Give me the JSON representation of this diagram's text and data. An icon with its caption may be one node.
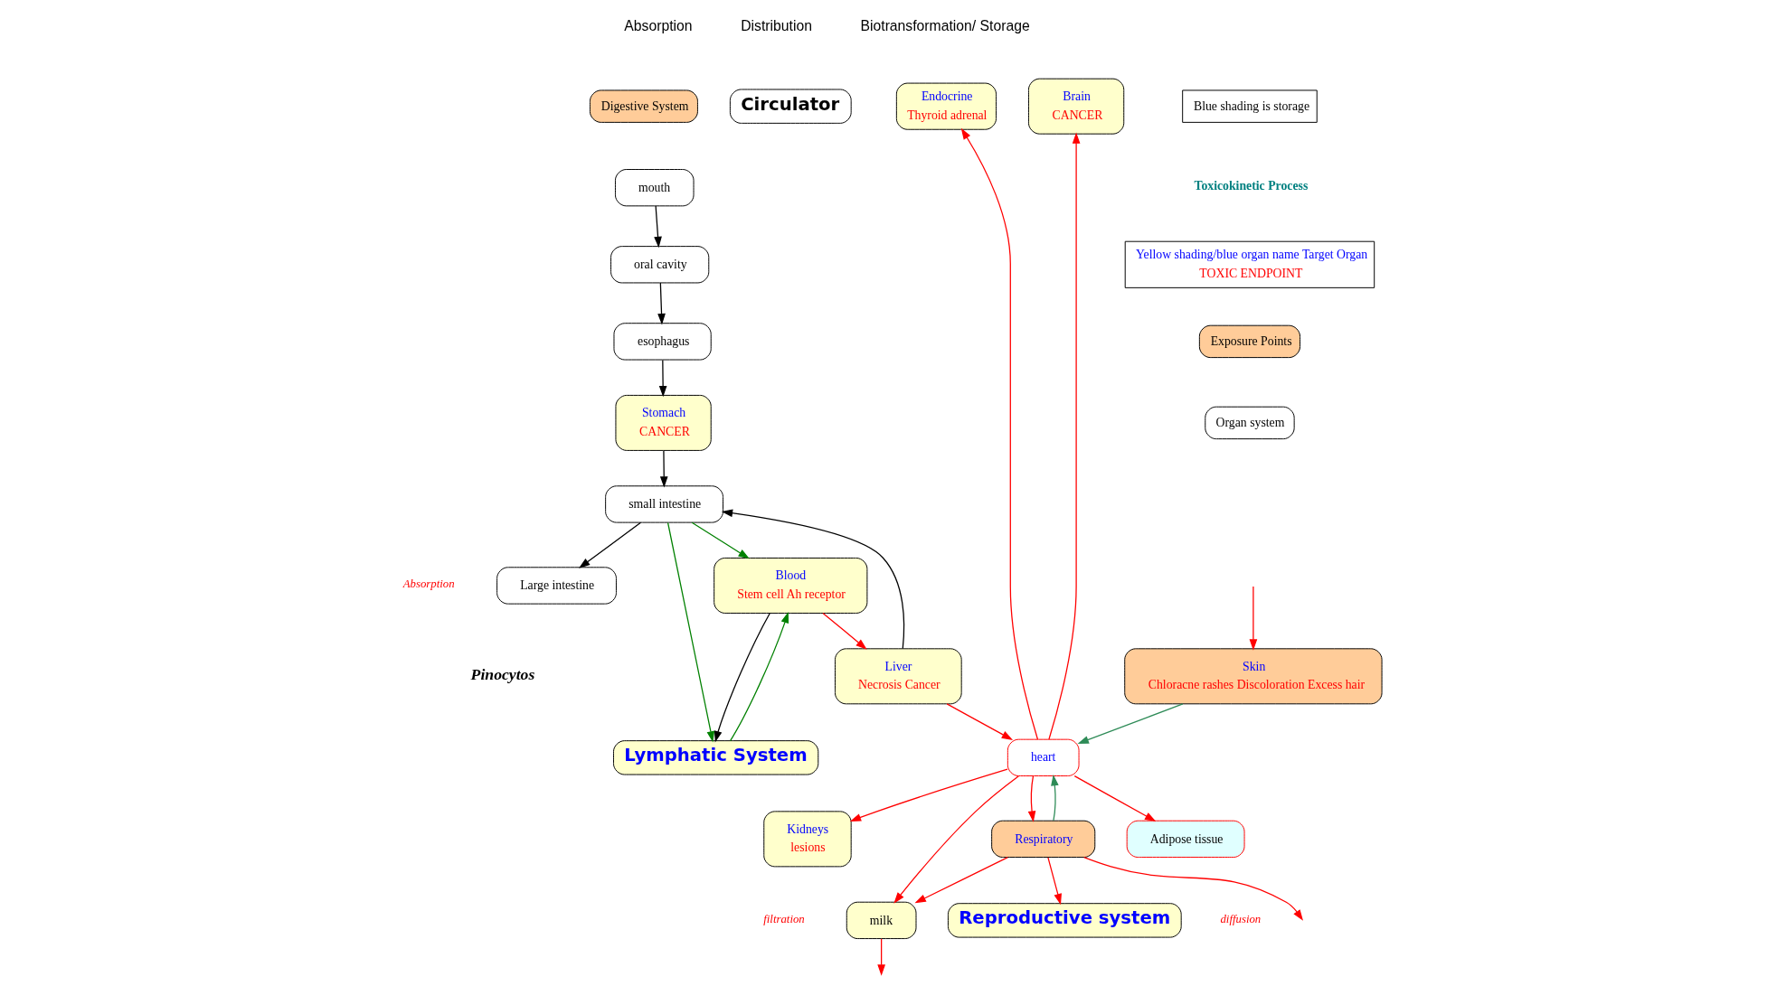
{
  "diagram": {
    "nodes": [
      {
        "text": [
          "Digestive System"
        ]
      },
      {
        "text": [
          "mouth"
        ]
      },
      {
        "text": [
          "oral cavity"
        ]
      },
      {
        "text": [
          "esophagus"
        ]
      },
      {
        "text": [
          "Stomach",
          "CANCER"
        ]
      },
      {
        "text": [
          "small intestine"
        ]
      },
      {
        "text": [
          "Large intestine"
        ]
      },
      {
        "text": [
          "Circulator"
        ]
      },
      {
        "text": [
          "Blood",
          "Stem cell Ah receptor"
        ]
      },
      {
        "text": [
          "Lymphatic System"
        ]
      },
      {
        "text": [
          "heart"
        ]
      },
      {
        "text": [
          "Endocrine",
          "Thyroid adrenal"
        ]
      },
      {
        "text": [
          "Brain",
          "CANCER"
        ]
      },
      {
        "text": [
          "Liver",
          "Necrosis Cancer"
        ]
      },
      {
        "text": [
          "Kidneys",
          "lesions"
        ]
      },
      {
        "text": [
          "Respiratory"
        ]
      },
      {
        "text": [
          "milk"
        ]
      },
      {
        "text": [
          "Reproductive system"
        ]
      },
      {
        "text": [
          "Skin",
          "Chloracne rashes Discoloration Excess hair"
        ]
      },
      {
        "text": [
          "Adipose tissue"
        ]
      },
      {
        "text": [
          "Blue shading is storage"
        ]
      },
      {
        "text": [
          "Yellow shading/blue organ name Target Organ",
          "TOXIC ENDPOINT"
        ]
      },
      {
        "text": [
          "Exposure Points"
        ]
      },
      {
        "text": [
          "Organ system"
        ]
      }
    ],
    "edges": [
      {
        "from": 1,
        "to": 2,
        "arrow": "to",
        "color": "#000000"
      },
      {
        "from": 2,
        "to": 3,
        "arrow": "to",
        "color": "#000000"
      },
      {
        "from": 3,
        "to": 4,
        "arrow": "to",
        "color": "#000000"
      },
      {
        "from": 4,
        "to": 5,
        "arrow": "to",
        "color": "#000000"
      },
      {
        "from": 5,
        "to": 6,
        "arrow": "to",
        "color": "#000000"
      },
      {
        "from": 5,
        "to": 8,
        "arrow": "to",
        "color": "#008000"
      },
      {
        "from": 9,
        "to": 8,
        "arrow": "to",
        "color": "#008000"
      },
      {
        "from": 5,
        "to": 9,
        "arrow": "to",
        "color": "#008000"
      },
      {
        "from": 8,
        "to": 9,
        "arrow": "to",
        "color": "#000000"
      },
      {
        "from": 13,
        "to": 5,
        "arrow": "to",
        "color": "#000000"
      },
      {
        "from": 8,
        "to": 13,
        "arrow": "to"
      },
      {
        "from": 10,
        "to": 11,
        "arrow": "to"
      },
      {
        "from": 10,
        "to": 12,
        "arrow": "to"
      },
      {
        "from": 13,
        "to": 10,
        "arrow": "to"
      },
      {
        "from": 10,
        "to": 14,
        "arrow": "to"
      },
      {
        "from": 10,
        "to": 15,
        "arrow": "to"
      },
      {
        "from": 15,
        "to": 10,
        "arrow": "to",
        "color": "#2e8b57"
      },
      {
        "from": 10,
        "to": 16,
        "arrow": "to"
      },
      {
        "from": 15,
        "to": 16,
        "arrow": "to"
      },
      {
        "from": 15,
        "to": 17,
        "arrow": "to"
      },
      {
        "from": 15,
        "to": null,
        "arrow": "to"
      },
      {
        "from": 18,
        "to": 10,
        "arrow": "to",
        "color": "#2e8b57"
      },
      {
        "from": 10,
        "to": 19,
        "arrow": "to"
      },
      {
        "from": 16,
        "to": null,
        "arrow": "to"
      },
      {
        "from": null,
        "to": 18,
        "arrow": "to"
      }
    ],
    "labels": [
      "Absorption",
      "Distribution",
      "Biotransformation/ Storage",
      "Toxicokinetic Process",
      "filtration",
      "Absorption",
      "Pinocytos",
      "diffusion"
    ]
  }
}
